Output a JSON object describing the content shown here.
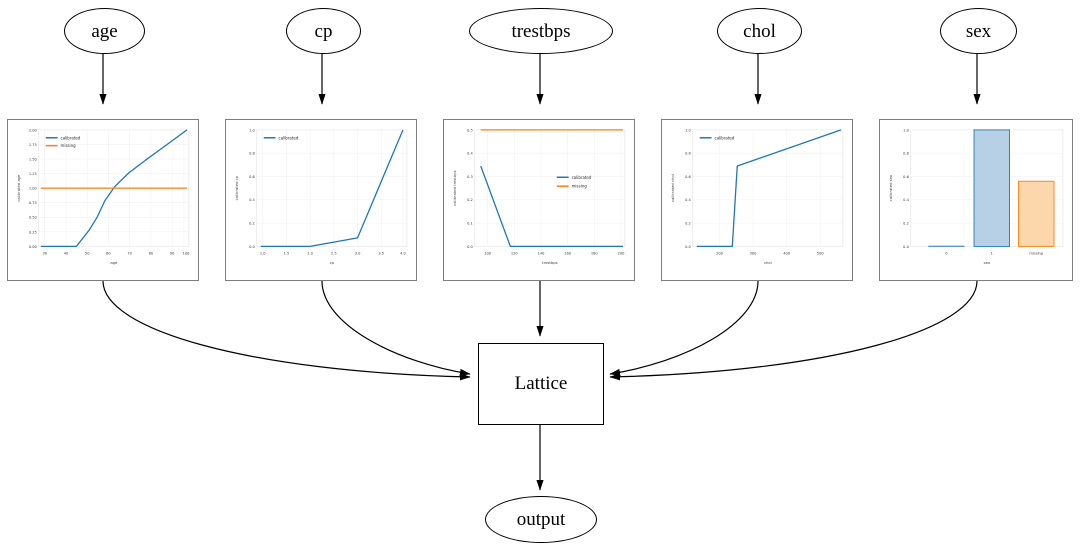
{
  "graph": {
    "input_nodes": [
      {
        "id": "age",
        "label": "age"
      },
      {
        "id": "cp",
        "label": "cp"
      },
      {
        "id": "trestbps",
        "label": "trestbps"
      },
      {
        "id": "chol",
        "label": "chol"
      },
      {
        "id": "sex",
        "label": "sex"
      }
    ],
    "lattice_label": "Lattice",
    "output_label": "output"
  },
  "colors": {
    "calibrated": "#1f77b4",
    "missing": "#ff7f0e",
    "calibrated_fill": "#b8d0e6",
    "missing_fill": "#fbd7ab",
    "panel_border": "#7d7d7d",
    "edge": "#000000",
    "grid": "#eaeaea"
  },
  "chart_data": [
    {
      "type": "line",
      "id": "age",
      "title": "",
      "xlabel": "age",
      "ylabel": "calibrated age",
      "xlim": [
        28,
        102
      ],
      "ylim": [
        -0.06,
        2.06
      ],
      "xticks": [
        30,
        40,
        50,
        60,
        70,
        80,
        90,
        100
      ],
      "xticklabels": [
        "30",
        "40",
        "50",
        "60",
        "70",
        "80",
        "90",
        "100"
      ],
      "yticks": [
        0.0,
        0.25,
        0.5,
        0.75,
        1.0,
        1.25,
        1.5,
        1.75,
        2.0
      ],
      "yticklabels": [
        "0.00",
        "0.25",
        "0.50",
        "0.75",
        "1.00",
        "1.25",
        "1.50",
        "1.75",
        "2.00"
      ],
      "grid": true,
      "legend_position": "upper left",
      "series": [
        {
          "name": "calibrated",
          "color": "#1f77b4",
          "x": [
            29,
            46,
            52,
            56,
            60,
            65,
            72,
            80,
            90,
            100
          ],
          "y": [
            0.0,
            0.0,
            0.28,
            0.5,
            0.78,
            1.03,
            1.26,
            1.48,
            1.74,
            2.0
          ]
        },
        {
          "name": "missing",
          "color": "#ff7f0e",
          "x": [
            29,
            100
          ],
          "y": [
            1.0,
            1.0
          ]
        }
      ]
    },
    {
      "type": "line",
      "id": "cp",
      "title": "",
      "xlabel": "cp",
      "ylabel": "calibrated cp",
      "xlim": [
        0.9,
        4.1
      ],
      "ylim": [
        -0.05,
        1.05
      ],
      "xticks": [
        1.0,
        1.5,
        2.0,
        2.5,
        3.0,
        3.5,
        4.0
      ],
      "xticklabels": [
        "1.0",
        "1.5",
        "2.0",
        "2.5",
        "3.0",
        "3.5",
        "4.0"
      ],
      "yticks": [
        0.0,
        0.2,
        0.4,
        0.6,
        0.8,
        1.0
      ],
      "yticklabels": [
        "0.0",
        "0.2",
        "0.4",
        "0.6",
        "0.8",
        "1.0"
      ],
      "grid": true,
      "legend_position": "upper left",
      "series": [
        {
          "name": "calibrated",
          "color": "#1f77b4",
          "x": [
            1.0,
            2.0,
            3.0,
            4.0
          ],
          "y": [
            0.0,
            0.0,
            0.075,
            1.0
          ]
        }
      ]
    },
    {
      "type": "line",
      "id": "trestbps",
      "title": "",
      "xlabel": "trestbps",
      "ylabel": "calibrated trestbps",
      "xlim": [
        93,
        202
      ],
      "ylim": [
        -0.015,
        0.515
      ],
      "xticks": [
        100,
        120,
        140,
        160,
        180,
        200
      ],
      "xticklabels": [
        "100",
        "120",
        "140",
        "160",
        "180",
        "200"
      ],
      "yticks": [
        0.0,
        0.1,
        0.2,
        0.3,
        0.4,
        0.5
      ],
      "yticklabels": [
        "0.0",
        "0.1",
        "0.2",
        "0.3",
        "0.4",
        "0.5"
      ],
      "grid": true,
      "legend_position": "center right",
      "series": [
        {
          "name": "calibrated",
          "color": "#1f77b4",
          "x": [
            95,
            117,
            200
          ],
          "y": [
            0.345,
            0.0,
            0.0
          ]
        },
        {
          "name": "missing",
          "color": "#ff7f0e",
          "x": [
            95,
            200
          ],
          "y": [
            0.5,
            0.5
          ]
        }
      ]
    },
    {
      "type": "line",
      "id": "chol",
      "title": "",
      "xlabel": "chol",
      "ylabel": "calibrated chol",
      "xlim": [
        120,
        570
      ],
      "ylim": [
        -0.05,
        1.05
      ],
      "xticks": [
        200,
        300,
        400,
        500
      ],
      "xticklabels": [
        "200",
        "300",
        "400",
        "500"
      ],
      "yticks": [
        0.0,
        0.2,
        0.4,
        0.6,
        0.8,
        1.0
      ],
      "yticklabels": [
        "0.0",
        "0.2",
        "0.4",
        "0.6",
        "0.8",
        "1.0"
      ],
      "grid": true,
      "legend_position": "upper left",
      "series": [
        {
          "name": "calibrated",
          "color": "#1f77b4",
          "x": [
            130,
            238,
            253,
            560
          ],
          "y": [
            0.0,
            0.0,
            0.69,
            1.0
          ]
        }
      ]
    },
    {
      "type": "bar",
      "id": "sex",
      "title": "",
      "xlabel": "sex",
      "ylabel": "calibrated sex",
      "categories": [
        "0",
        "1",
        "missing"
      ],
      "values": [
        0.0,
        1.0,
        0.56
      ],
      "bar_colors": [
        "#1f77b4",
        "#1f77b4",
        "#ff7f0e"
      ],
      "bar_fills": [
        "#b8d0e6",
        "#b8d0e6",
        "#fbd7ab"
      ],
      "ylim": [
        0.0,
        1.05
      ],
      "yticks": [
        0.0,
        0.2,
        0.4,
        0.6,
        0.8,
        1.0
      ],
      "yticklabels": [
        "0.0",
        "0.2",
        "0.4",
        "0.6",
        "0.8",
        "1.0"
      ],
      "grid": true,
      "legend_position": "none"
    }
  ]
}
